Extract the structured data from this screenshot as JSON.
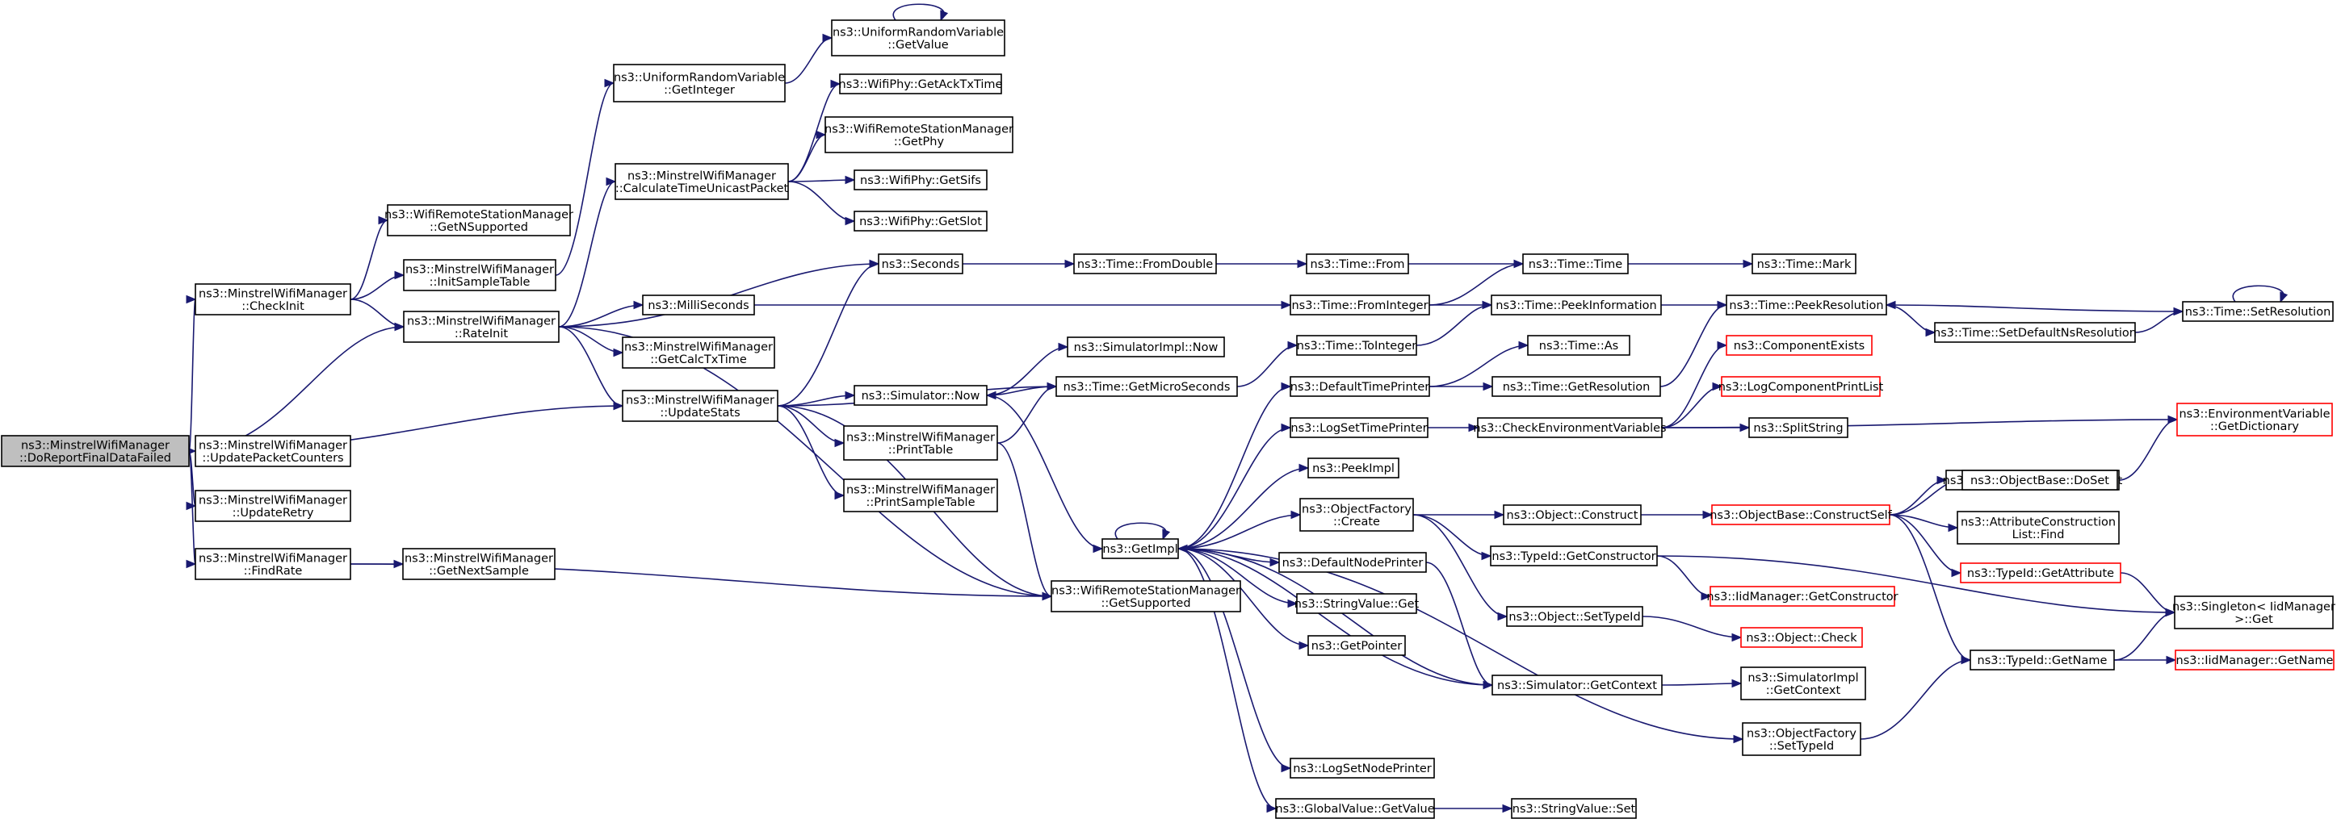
{
  "graph": {
    "nodes": [
      {
        "id": "root",
        "lines": [
          "ns3::MinstrelWifiManager",
          "::DoReportFinalDataFailed"
        ],
        "style": "root"
      },
      {
        "id": "checkinit",
        "lines": [
          "ns3::MinstrelWifiManager",
          "::CheckInit"
        ]
      },
      {
        "id": "ratinit",
        "lines": [
          "ns3::MinstrelWifiManager",
          "::RateInit"
        ]
      },
      {
        "id": "getnsupported",
        "lines": [
          "ns3::WifiRemoteStationManager",
          "::GetNSupported"
        ]
      },
      {
        "id": "initsample",
        "lines": [
          "ns3::MinstrelWifiManager",
          "::InitSampleTable"
        ]
      },
      {
        "id": "getinteger",
        "lines": [
          "ns3::UniformRandomVariable",
          "::GetInteger"
        ]
      },
      {
        "id": "getvalue",
        "lines": [
          "ns3::UniformRandomVariable",
          "::GetValue"
        ]
      },
      {
        "id": "calctime",
        "lines": [
          "ns3::MinstrelWifiManager",
          "::CalculateTimeUnicastPacket"
        ]
      },
      {
        "id": "getacktx",
        "lines": [
          "ns3::WifiPhy::GetAckTxTime"
        ]
      },
      {
        "id": "getphy",
        "lines": [
          "ns3::WifiRemoteStationManager",
          "::GetPhy"
        ]
      },
      {
        "id": "getsifs",
        "lines": [
          "ns3::WifiPhy::GetSifs"
        ]
      },
      {
        "id": "getslot",
        "lines": [
          "ns3::WifiPhy::GetSlot"
        ]
      },
      {
        "id": "seconds",
        "lines": [
          "ns3::Seconds"
        ]
      },
      {
        "id": "fromdouble",
        "lines": [
          "ns3::Time::FromDouble"
        ]
      },
      {
        "id": "from",
        "lines": [
          "ns3::Time::From"
        ]
      },
      {
        "id": "time",
        "lines": [
          "ns3::Time::Time"
        ]
      },
      {
        "id": "mark",
        "lines": [
          "ns3::Time::Mark"
        ]
      },
      {
        "id": "milli",
        "lines": [
          "ns3::MilliSeconds"
        ]
      },
      {
        "id": "frominteger",
        "lines": [
          "ns3::Time::FromInteger"
        ]
      },
      {
        "id": "peekinfo",
        "lines": [
          "ns3::Time::PeekInformation"
        ]
      },
      {
        "id": "peekres",
        "lines": [
          "ns3::Time::PeekResolution"
        ]
      },
      {
        "id": "setres",
        "lines": [
          "ns3::Time::SetResolution"
        ]
      },
      {
        "id": "setdefns",
        "lines": [
          "ns3::Time::SetDefaultNsResolution"
        ]
      },
      {
        "id": "getcalctx",
        "lines": [
          "ns3::MinstrelWifiManager",
          "::GetCalcTxTime"
        ]
      },
      {
        "id": "simimplnow",
        "lines": [
          "ns3::SimulatorImpl::Now"
        ]
      },
      {
        "id": "updatestats",
        "lines": [
          "ns3::MinstrelWifiManager",
          "::UpdateStats"
        ]
      },
      {
        "id": "simnow",
        "lines": [
          "ns3::Simulator::Now"
        ]
      },
      {
        "id": "getmicro",
        "lines": [
          "ns3::Time::GetMicroSeconds"
        ]
      },
      {
        "id": "tointeger",
        "lines": [
          "ns3::Time::ToInteger"
        ]
      },
      {
        "id": "timeas",
        "lines": [
          "ns3::Time::As"
        ]
      },
      {
        "id": "deftimeprinter",
        "lines": [
          "ns3::DefaultTimePrinter"
        ]
      },
      {
        "id": "getresolution",
        "lines": [
          "ns3::Time::GetResolution"
        ]
      },
      {
        "id": "compexists",
        "lines": [
          "ns3::ComponentExists"
        ],
        "style": "red"
      },
      {
        "id": "logcomplist",
        "lines": [
          "ns3::LogComponentPrintList"
        ],
        "style": "red"
      },
      {
        "id": "logsettime",
        "lines": [
          "ns3::LogSetTimePrinter"
        ]
      },
      {
        "id": "checkenv",
        "lines": [
          "ns3::CheckEnvironmentVariables"
        ]
      },
      {
        "id": "splitstring",
        "lines": [
          "ns3::SplitString"
        ]
      },
      {
        "id": "envdict",
        "lines": [
          "ns3::EnvironmentVariable",
          "::GetDictionary"
        ],
        "style": "red"
      },
      {
        "id": "envget",
        "lines": [
          "ns3::EnvironmentVariable::Get"
        ]
      },
      {
        "id": "printtable",
        "lines": [
          "ns3::MinstrelWifiManager",
          "::PrintTable"
        ]
      },
      {
        "id": "printsample",
        "lines": [
          "ns3::MinstrelWifiManager",
          "::PrintSampleTable"
        ]
      },
      {
        "id": "updpkt",
        "lines": [
          "ns3::MinstrelWifiManager",
          "::UpdatePacketCounters"
        ]
      },
      {
        "id": "updretry",
        "lines": [
          "ns3::MinstrelWifiManager",
          "::UpdateRetry"
        ]
      },
      {
        "id": "findrate",
        "lines": [
          "ns3::MinstrelWifiManager",
          "::FindRate"
        ]
      },
      {
        "id": "getnextsample",
        "lines": [
          "ns3::MinstrelWifiManager",
          "::GetNextSample"
        ]
      },
      {
        "id": "getsupported",
        "lines": [
          "ns3::WifiRemoteStationManager",
          "::GetSupported"
        ]
      },
      {
        "id": "getimpl",
        "lines": [
          "ns3::GetImpl"
        ]
      },
      {
        "id": "peekimpl",
        "lines": [
          "ns3::PeekImpl"
        ]
      },
      {
        "id": "objfactcreate",
        "lines": [
          "ns3::ObjectFactory",
          "::Create"
        ]
      },
      {
        "id": "objconstruct",
        "lines": [
          "ns3::Object::Construct"
        ]
      },
      {
        "id": "constructself",
        "lines": [
          "ns3::ObjectBase::ConstructSelf"
        ],
        "style": "red"
      },
      {
        "id": "doset",
        "lines": [
          "ns3::ObjectBase::DoSet"
        ]
      },
      {
        "id": "attrfind",
        "lines": [
          "ns3::AttributeConstruction",
          "List::Find"
        ]
      },
      {
        "id": "getattr",
        "lines": [
          "ns3::TypeId::GetAttribute"
        ],
        "style": "red"
      },
      {
        "id": "getconstructor",
        "lines": [
          "ns3::TypeId::GetConstructor"
        ]
      },
      {
        "id": "iidgetconstructor",
        "lines": [
          "ns3::IidManager::GetConstructor"
        ],
        "style": "red"
      },
      {
        "id": "singletonget",
        "lines": [
          "ns3::Singleton< IidManager",
          ">::Get"
        ]
      },
      {
        "id": "defnodeprinter",
        "lines": [
          "ns3::DefaultNodePrinter"
        ]
      },
      {
        "id": "strvalget",
        "lines": [
          "ns3::StringValue::Get"
        ]
      },
      {
        "id": "objsettypeid",
        "lines": [
          "ns3::Object::SetTypeId"
        ]
      },
      {
        "id": "objcheck",
        "lines": [
          "ns3::Object::Check"
        ],
        "style": "red"
      },
      {
        "id": "typeidgetname",
        "lines": [
          "ns3::TypeId::GetName"
        ]
      },
      {
        "id": "iidgetname",
        "lines": [
          "ns3::IidManager::GetName"
        ],
        "style": "red"
      },
      {
        "id": "getpointer",
        "lines": [
          "ns3::GetPointer"
        ]
      },
      {
        "id": "simgetcontext",
        "lines": [
          "ns3::Simulator::GetContext"
        ]
      },
      {
        "id": "simimplgetcontext",
        "lines": [
          "ns3::SimulatorImpl",
          "::GetContext"
        ]
      },
      {
        "id": "objfactsettypeid",
        "lines": [
          "ns3::ObjectFactory",
          "::SetTypeId"
        ]
      },
      {
        "id": "logsetnode",
        "lines": [
          "ns3::LogSetNodePrinter"
        ]
      },
      {
        "id": "globalgetvalue",
        "lines": [
          "ns3::GlobalValue::GetValue"
        ]
      },
      {
        "id": "strvalset",
        "lines": [
          "ns3::StringValue::Set"
        ]
      }
    ],
    "edges": [
      [
        "root",
        "checkinit"
      ],
      [
        "root",
        "ratinit"
      ],
      [
        "root",
        "updatestats"
      ],
      [
        "root",
        "updpkt"
      ],
      [
        "root",
        "updretry"
      ],
      [
        "root",
        "findrate"
      ],
      [
        "checkinit",
        "getnsupported"
      ],
      [
        "checkinit",
        "initsample"
      ],
      [
        "checkinit",
        "ratinit"
      ],
      [
        "initsample",
        "getinteger"
      ],
      [
        "getinteger",
        "getvalue"
      ],
      [
        "getvalue",
        "getvalue"
      ],
      [
        "ratinit",
        "calctime"
      ],
      [
        "ratinit",
        "seconds"
      ],
      [
        "ratinit",
        "milli"
      ],
      [
        "ratinit",
        "getcalctx"
      ],
      [
        "ratinit",
        "updatestats"
      ],
      [
        "ratinit",
        "getsupported"
      ],
      [
        "calctime",
        "getacktx"
      ],
      [
        "calctime",
        "getphy"
      ],
      [
        "calctime",
        "getsifs"
      ],
      [
        "calctime",
        "getslot"
      ],
      [
        "seconds",
        "fromdouble"
      ],
      [
        "fromdouble",
        "from"
      ],
      [
        "from",
        "time"
      ],
      [
        "time",
        "mark"
      ],
      [
        "milli",
        "frominteger"
      ],
      [
        "frominteger",
        "time"
      ],
      [
        "frominteger",
        "peekinfo"
      ],
      [
        "peekinfo",
        "peekres"
      ],
      [
        "peekres",
        "setdefns"
      ],
      [
        "setdefns",
        "setres"
      ],
      [
        "setres",
        "peekres"
      ],
      [
        "setres",
        "setres"
      ],
      [
        "updatestats",
        "seconds"
      ],
      [
        "updatestats",
        "simnow"
      ],
      [
        "updatestats",
        "getmicro"
      ],
      [
        "updatestats",
        "printtable"
      ],
      [
        "updatestats",
        "printsample"
      ],
      [
        "updatestats",
        "getsupported"
      ],
      [
        "simnow",
        "simimplnow"
      ],
      [
        "simnow",
        "getimpl"
      ],
      [
        "getmicro",
        "tointeger"
      ],
      [
        "getmicro",
        "simnow"
      ],
      [
        "tointeger",
        "peekinfo"
      ],
      [
        "printtable",
        "getmicro"
      ],
      [
        "printtable",
        "getsupported"
      ],
      [
        "findrate",
        "getnextsample"
      ],
      [
        "findrate",
        "getsupported"
      ],
      [
        "deftimeprinter",
        "timeas"
      ],
      [
        "deftimeprinter",
        "getresolution"
      ],
      [
        "getresolution",
        "peekres"
      ],
      [
        "logsettime",
        "checkenv"
      ],
      [
        "checkenv",
        "compexists"
      ],
      [
        "checkenv",
        "logcomplist"
      ],
      [
        "checkenv",
        "splitstring"
      ],
      [
        "checkenv",
        "envdict"
      ],
      [
        "getimpl",
        "deftimeprinter"
      ],
      [
        "getimpl",
        "logsettime"
      ],
      [
        "getimpl",
        "peekimpl"
      ],
      [
        "getimpl",
        "objfactcreate"
      ],
      [
        "getimpl",
        "defnodeprinter"
      ],
      [
        "getimpl",
        "strvalget"
      ],
      [
        "getimpl",
        "getpointer"
      ],
      [
        "getimpl",
        "simgetcontext"
      ],
      [
        "getimpl",
        "objfactsettypeid"
      ],
      [
        "getimpl",
        "logsetnode"
      ],
      [
        "getimpl",
        "globalgetvalue"
      ],
      [
        "getimpl",
        "getimpl"
      ],
      [
        "objfactcreate",
        "objconstruct"
      ],
      [
        "objfactcreate",
        "getconstructor"
      ],
      [
        "objfactcreate",
        "objsettypeid"
      ],
      [
        "objconstruct",
        "constructself"
      ],
      [
        "constructself",
        "envget"
      ],
      [
        "constructself",
        "doset"
      ],
      [
        "constructself",
        "attrfind"
      ],
      [
        "constructself",
        "getattr"
      ],
      [
        "constructself",
        "typeidgetname"
      ],
      [
        "envget",
        "envdict"
      ],
      [
        "getattr",
        "singletonget"
      ],
      [
        "getconstructor",
        "iidgetconstructor"
      ],
      [
        "getconstructor",
        "singletonget"
      ],
      [
        "objsettypeid",
        "objcheck"
      ],
      [
        "typeidgetname",
        "singletonget"
      ],
      [
        "typeidgetname",
        "iidgetname"
      ],
      [
        "defnodeprinter",
        "simgetcontext"
      ],
      [
        "simgetcontext",
        "simimplgetcontext"
      ],
      [
        "simgetcontext",
        "getimpl"
      ],
      [
        "objfactsettypeid",
        "typeidgetname"
      ],
      [
        "globalgetvalue",
        "strvalset"
      ]
    ]
  }
}
